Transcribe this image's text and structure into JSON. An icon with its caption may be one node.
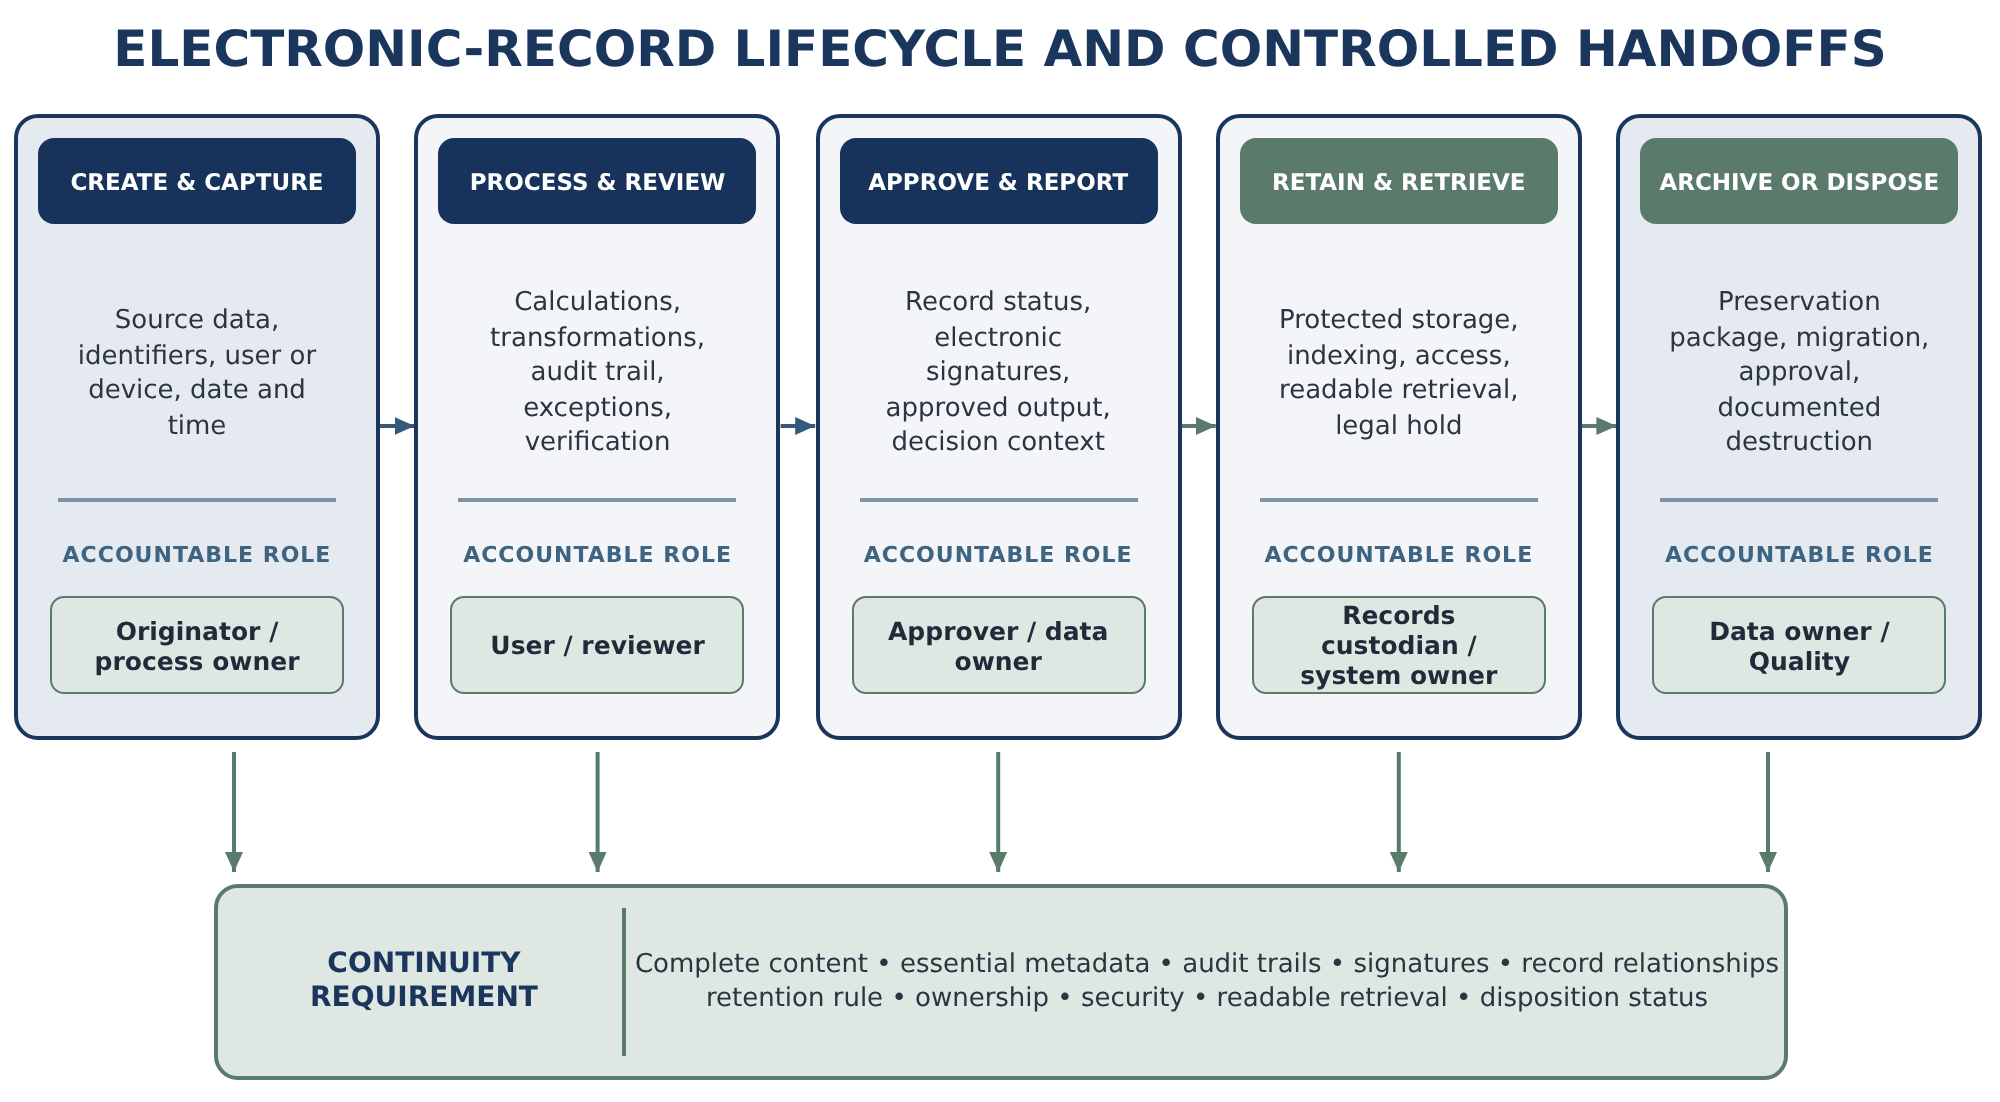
{
  "diagram": {
    "title": "ELECTRONIC-RECORD LIFECYCLE AND CONTROLLED HANDOFFS",
    "nodes": [
      {
        "text": [
          "Source data, identifiers, user or device, date and time",
          "ACCOUNTABLE ROLE"
        ]
      },
      {
        "text": [
          "CREATE & CAPTURE"
        ],
        "in": 0
      },
      {
        "text": [
          "Originator / process owner"
        ],
        "in": 0
      },
      {
        "text": [
          "Calculations, transformations, audit trail, exceptions, verification",
          "ACCOUNTABLE ROLE"
        ]
      },
      {
        "text": [
          "PROCESS & REVIEW"
        ],
        "in": 3
      },
      {
        "text": [
          "User / reviewer"
        ],
        "in": 3
      },
      {
        "text": [
          "Record status, electronic signatures, approved output, decision context",
          "ACCOUNTABLE ROLE"
        ]
      },
      {
        "text": [
          "APPROVE & REPORT"
        ],
        "in": 6
      },
      {
        "text": [
          "Approver / data owner"
        ],
        "in": 6
      },
      {
        "text": [
          "Protected storage, indexing, access, readable retrieval, legal hold",
          "ACCOUNTABLE ROLE"
        ]
      },
      {
        "text": [
          "RETAIN & RETRIEVE"
        ],
        "in": 9
      },
      {
        "text": [
          "Records custodian / system owner"
        ],
        "in": 9
      },
      {
        "text": [
          "Preservation package, migration, approval, documented destruction",
          "ACCOUNTABLE ROLE"
        ]
      },
      {
        "text": [
          "ARCHIVE OR DISPOSE"
        ],
        "in": 12
      },
      {
        "text": [
          "Data owner / Quality"
        ],
        "in": 12
      },
      {
        "text": [
          "CONTINUITY REQUIREMENT",
          "Complete content • essential metadata • audit trails • signatures • record relationships",
          "retention rule • ownership • security • readable retrieval • disposition status"
        ]
      }
    ],
    "edges": [
      {
        "from": 0,
        "to": 3,
        "arrow": "to",
        "color": "#35597a"
      },
      {
        "from": 3,
        "to": 6,
        "arrow": "to",
        "color": "#35597a"
      },
      {
        "from": 6,
        "to": 9,
        "arrow": "to"
      },
      {
        "from": 9,
        "to": 12,
        "arrow": "to"
      },
      {
        "from": 0,
        "to": 15,
        "arrow": "to"
      },
      {
        "from": 3,
        "to": 15,
        "arrow": "to"
      },
      {
        "from": 6,
        "to": 15,
        "arrow": "to"
      },
      {
        "from": 9,
        "to": 15,
        "arrow": "to"
      },
      {
        "from": 12,
        "to": 15,
        "arrow": "to"
      }
    ]
  }
}
